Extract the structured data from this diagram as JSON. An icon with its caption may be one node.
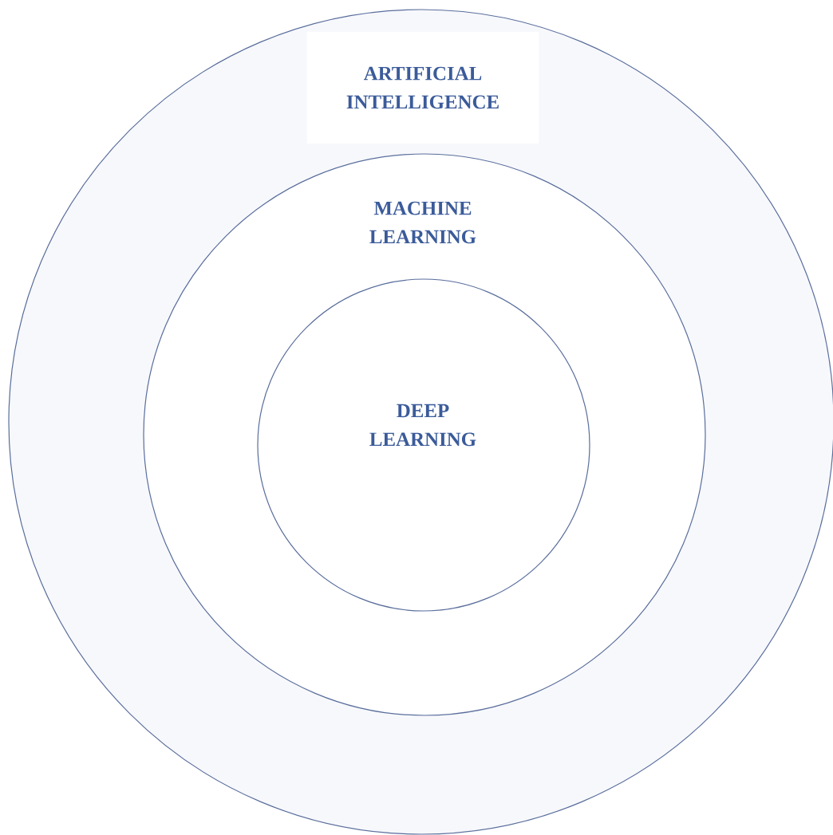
{
  "diagram": {
    "nodes": [
      {
        "text": [
          "ARTIFICIAL INTELLIGENCE"
        ]
      },
      {
        "text": [
          "MACHINE LEARNING"
        ],
        "in": 0
      },
      {
        "text": [
          "DEEP LEARNING"
        ],
        "in": 1
      }
    ]
  }
}
